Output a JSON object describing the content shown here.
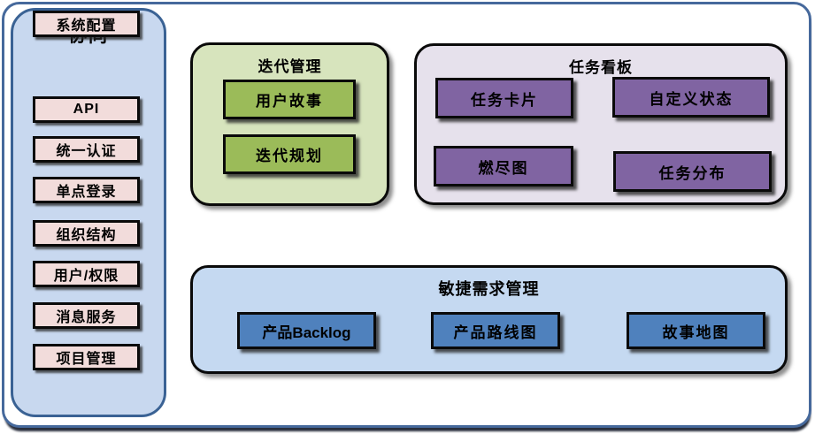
{
  "diagram": {
    "sidebar": {
      "title": "协同",
      "items": [
        "API",
        "统一认证",
        "单点登录",
        "组织结构",
        "用户/权限",
        "消息服务",
        "项目管理",
        "系统配置"
      ]
    },
    "iteration_panel": {
      "title": "迭代管理",
      "items": [
        "用户故事",
        "迭代规划"
      ]
    },
    "taskboard_panel": {
      "title": "任务看板",
      "items": [
        "任务卡片",
        "自定义状态",
        "燃尽图",
        "任务分布"
      ]
    },
    "requirements_panel": {
      "title": "敏捷需求管理",
      "items": [
        "产品Backlog",
        "产品路线图",
        "故事地图"
      ]
    },
    "colors": {
      "outer_border": "#46699c",
      "sidebar_fill": "#c8d8ef",
      "sidebar_border": "#3a6294",
      "sidebar_item_fill": "#f2dcdb",
      "iteration_panel_fill": "#d7e4bd",
      "iteration_box_fill": "#9bbb59",
      "taskboard_panel_fill": "#e6e1ec",
      "taskboard_box_fill": "#8064a2",
      "requirements_panel_fill": "#c5d9f1",
      "requirements_box_fill": "#4f81bd",
      "box_border": "#0a0a0a"
    }
  }
}
